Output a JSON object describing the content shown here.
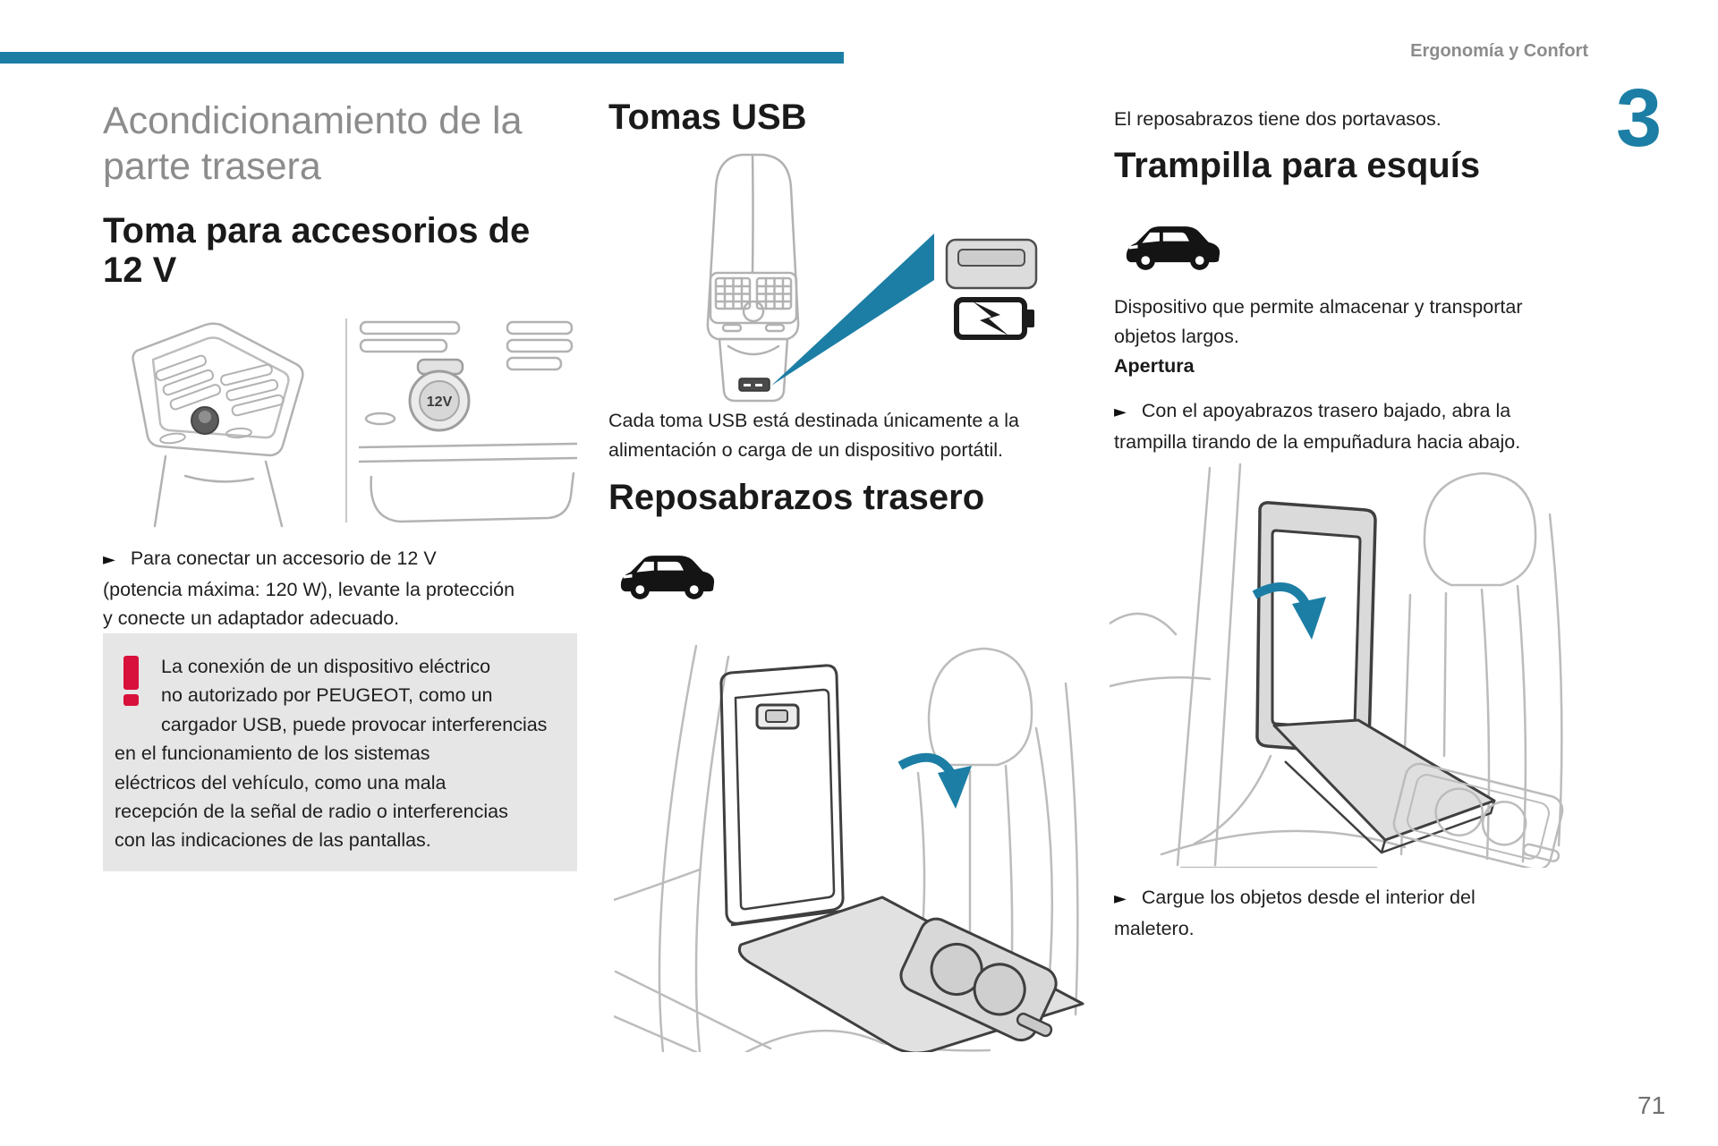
{
  "accent_color": "#1c7ea4",
  "header": {
    "section_title": "Ergonomía y Confort",
    "chapter_number": "3"
  },
  "footer": {
    "page_number": "71"
  },
  "marker_glyph": "►",
  "icons": {
    "warning": "warning-exclamation-icon",
    "car": "car-silhouette-icon",
    "usb": "usb-port-icon",
    "battery": "battery-charging-icon"
  },
  "col1": {
    "title": "Acondicionamiento de la\nparte trasera",
    "heading_12v": "Toma para accesorios de\n12 V",
    "socket_label": "12V",
    "bullet_connect": "Para conectar un accesorio de 12 V\n(potencia máxima: 120 W), levante la protección\ny conecte un adaptador adecuado.",
    "warning_text": "La conexión de un dispositivo eléctrico\nno autorizado por PEUGEOT, como un\ncargador USB, puede provocar interferencias\nen el funcionamiento de los sistemas\neléctricos del vehículo, como una mala\nrecepción de la señal de radio o interferencias\ncon las indicaciones de las pantallas."
  },
  "col2": {
    "heading_usb": "Tomas USB",
    "usb_caption": "Cada toma USB está destinada únicamente a la\nalimentación o carga de un dispositivo portátil.",
    "heading_armrest": "Reposabrazos trasero"
  },
  "col3": {
    "intro": "El reposabrazos tiene dos portavasos.",
    "heading_ski": "Trampilla para esquís",
    "description": "Dispositivo que permite almacenar y transportar\nobjetos largos.",
    "subheading": "Apertura",
    "bullet_open": "Con el apoyabrazos trasero bajado, abra la\ntrampilla tirando de la empuñadura hacia abajo.",
    "bullet_load": "Cargue los objetos desde el interior del\nmaletero."
  }
}
